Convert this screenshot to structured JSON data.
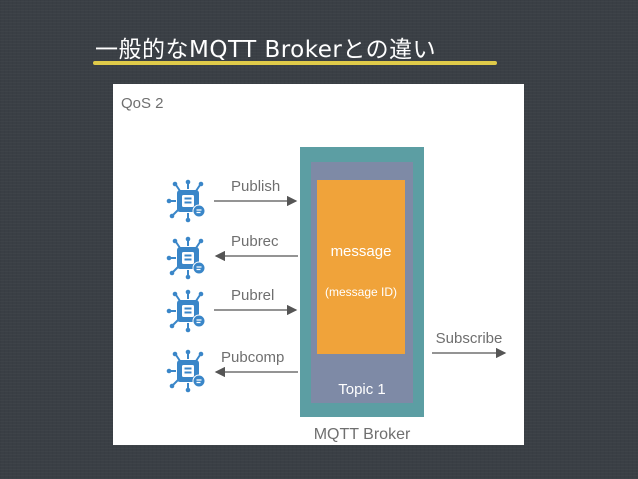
{
  "slide": {
    "title": "一般的なMQTT Brokerとの違い"
  },
  "diagram": {
    "qos_label": "QoS 2",
    "messages": [
      {
        "label": "Publish",
        "direction": "to-broker"
      },
      {
        "label": "Pubrec",
        "direction": "to-client"
      },
      {
        "label": "Pubrel",
        "direction": "to-broker"
      },
      {
        "label": "Pubcomp",
        "direction": "to-client"
      }
    ],
    "message_box": {
      "title": "message",
      "id_label": "(message ID)"
    },
    "topic_label": "Topic 1",
    "broker_label": "MQTT Broker",
    "subscribe_label": "Subscribe",
    "colors": {
      "broker_outer": "#5c9ea3",
      "topic_box": "#7e8aa6",
      "message_box": "#f0a33a",
      "client_icon": "#3a86c8"
    },
    "client_icon_name": "iot-device-icon"
  }
}
